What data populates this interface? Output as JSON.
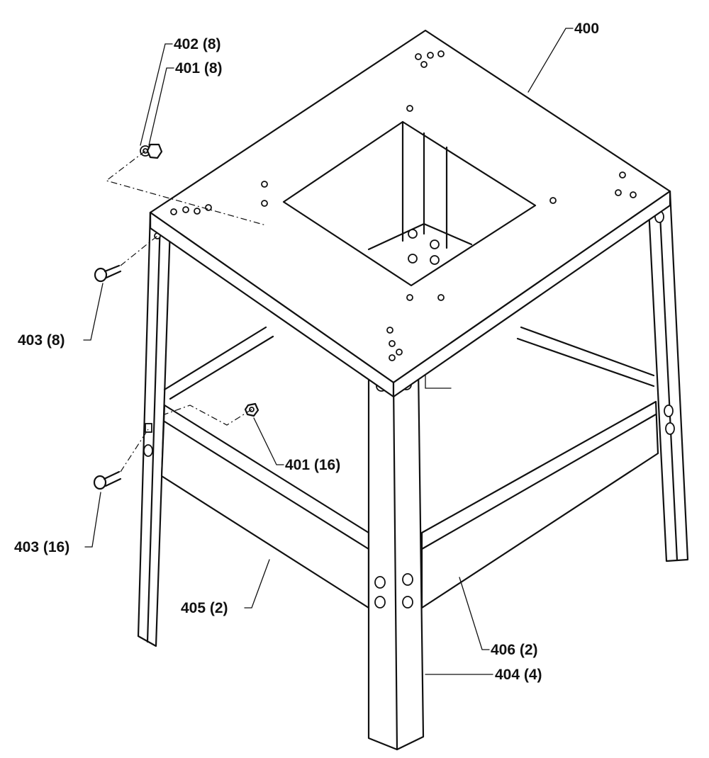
{
  "diagram": {
    "callouts": [
      {
        "id": "400",
        "text": "400"
      },
      {
        "id": "402",
        "text": "402 (8)"
      },
      {
        "id": "401a",
        "text": "401 (8)"
      },
      {
        "id": "403a",
        "text": "403 (8)"
      },
      {
        "id": "401b",
        "text": "401 (16)"
      },
      {
        "id": "403b",
        "text": "403 (16)"
      },
      {
        "id": "405",
        "text": "405 (2)"
      },
      {
        "id": "406",
        "text": "406 (2)"
      },
      {
        "id": "404",
        "text": "404 (4)"
      }
    ]
  }
}
